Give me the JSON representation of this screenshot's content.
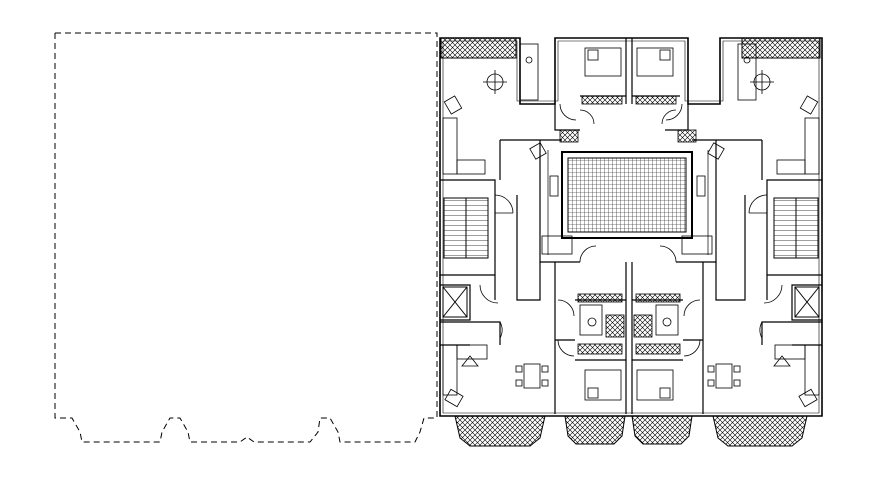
{
  "drawing": {
    "subject": "apartment-floor-plan-cad",
    "colors": {
      "background": "#ffffff",
      "line": "#000000",
      "hatch": "#555555"
    },
    "elements": {
      "outline": "dashed-outline",
      "building": "building-wall",
      "courtyard": "central-courtyard",
      "balconies": "balcony-hatch",
      "stairs": "staircase",
      "furniture": "furniture-symbols",
      "doors": "door-swings"
    }
  }
}
